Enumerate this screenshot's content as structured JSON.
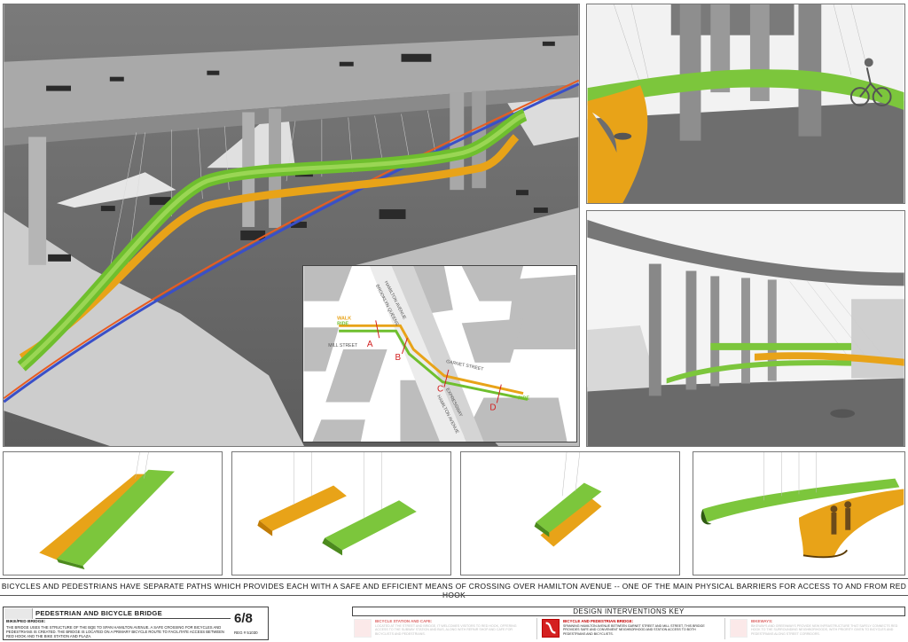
{
  "map": {
    "streets": {
      "hamilton_ave_1": "HAMILTON AVENUE",
      "hamilton_ave_2": "HAMILTON AVENUE",
      "bqe_1": "BROOKLYN QUEENS",
      "bqe_2": "EXPRESSWAY",
      "mill_street": "MILL STREET",
      "garnet_street": "GARNET STREET"
    },
    "path_labels": {
      "walk": "WALK",
      "ride": "RIDE",
      "ride_end": "RIDE"
    },
    "section_markers": [
      "A",
      "B",
      "C",
      "D"
    ]
  },
  "caption": "BICYCLES AND PEDESTRIANS HAVE SEPARATE PATHS WHICH PROVIDES EACH WITH A SAFE AND EFFICIENT MEANS OF CROSSING OVER HAMILTON AVENUE -- ONE OF THE MAIN PHYSICAL BARRIERS FOR ACCESS TO AND FROM RED HOOK",
  "title_block": {
    "title": "PEDESTRIAN AND BICYCLE BRIDGE",
    "label": "BIKE/PED BRIDGE:",
    "text": "THE BRIDGE USES THE STRUCTURE OF THE BQE TO SPAN HAMILTON AVENUE. A SAFE CROSSING FOR BICYCLES AND PEDESTRIANS IS CREATED. THE BRIDGE IS LOCATED ON A PRIMARY BICYCLE ROUTE TO FACILITATE ACCESS BETWEEN RED HOOK AND THE BIKE STATION AND PLAZA.",
    "page": "6/8",
    "reg": "REG # 51030"
  },
  "key": {
    "title": "DESIGN INTERVENTIONS KEY",
    "items": [
      {
        "name": "BICYCLE STATION AND CAFE:",
        "desc": "LOCATED AT THE STREET AND BRIDGE, IT WELCOMES VISITORS TO RED HOOK, OFFERING ACCESS TO THE SUBWAY STATION AND BUS, ALONG WITH REPAIR SHOP AND CAFE FOR BICYCLISTS AND PEDESTRIANS."
      },
      {
        "name": "BICYCLE AND PEDESTRIAN BRIDGE:",
        "desc": "SPANNING HAMILTON AVENUE BETWEEN GARNET STREET AND MILL STREET, THIS BRIDGE PROVIDES SAFE AND CONVENIENT NEIGHBORHOOD AND STATION ACCESS TO BOTH PEDESTRIANS AND BICYCLISTS."
      },
      {
        "name": "BIKEWAYS:",
        "desc": "BIKEWAYS AND GREENWAYS PROVIDE NEW INFRASTRUCTURE THAT SAFELY CONNECTS RED HOOK TO THE SURROUNDING NEIGHBORHOODS, WITH PRIORITY GIVEN TO BICYCLES AND PEDESTRIANS ALONG STREET CORRIDORS."
      }
    ]
  }
}
